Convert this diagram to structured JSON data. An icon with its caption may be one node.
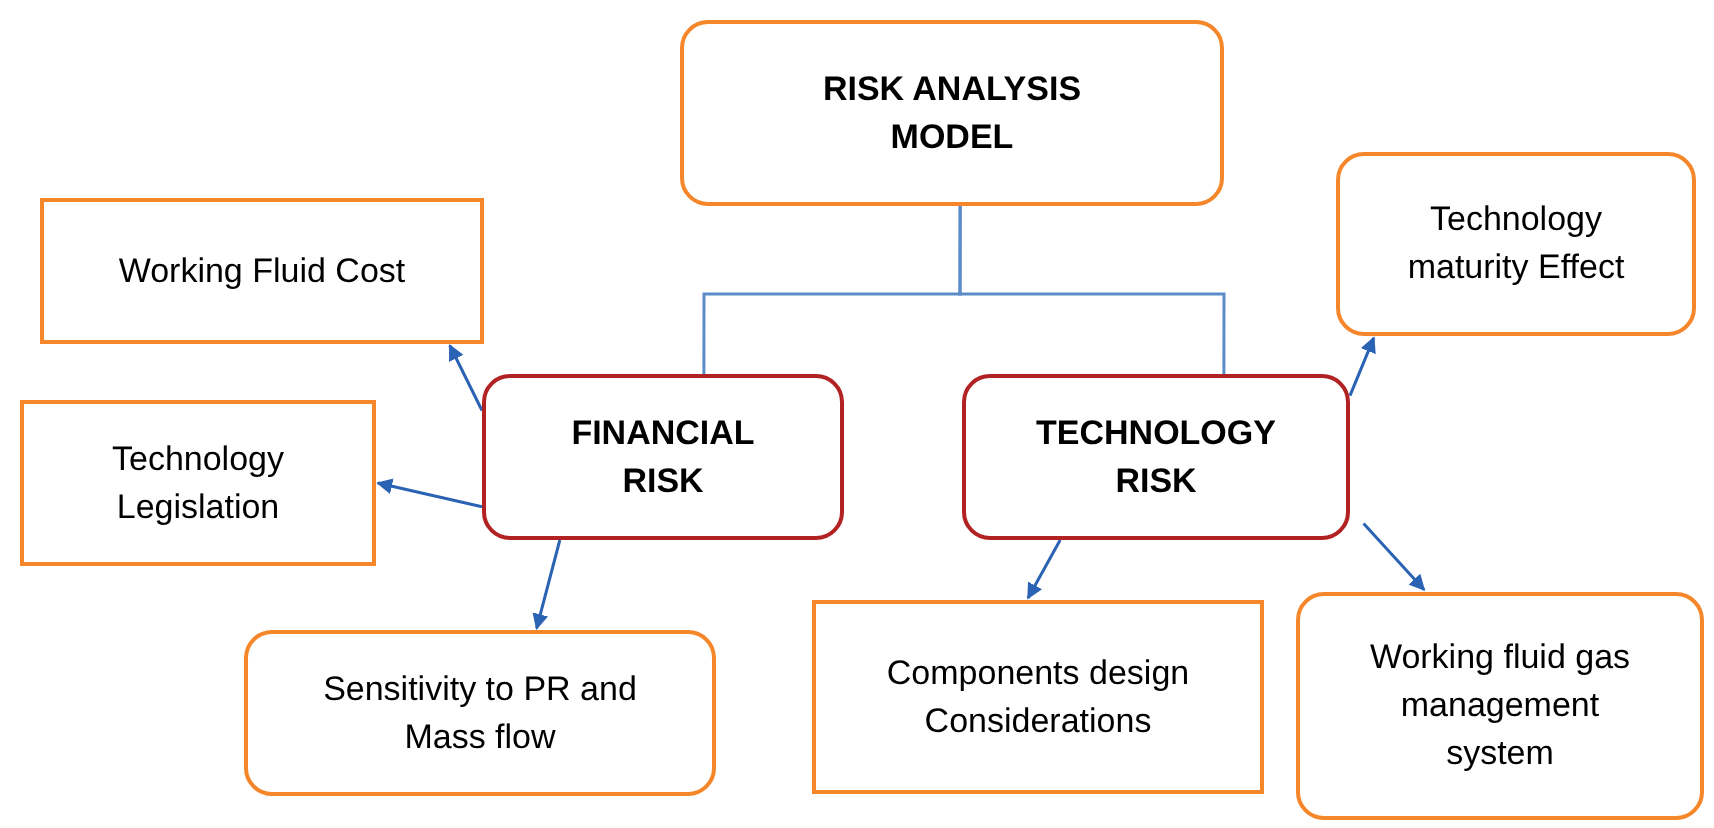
{
  "diagram": {
    "nodes": [
      {
        "text": [
          "RISK ANALYSIS MODEL"
        ]
      },
      {
        "text": [
          "FINANCIAL RISK"
        ]
      },
      {
        "text": [
          "TECHNOLOGY RISK"
        ]
      },
      {
        "text": [
          "Working Fluid Cost"
        ]
      },
      {
        "text": [
          "Technology Legislation"
        ]
      },
      {
        "text": [
          "Sensitivity to PR and Mass flow"
        ]
      },
      {
        "text": [
          "Technology maturity Effect"
        ]
      },
      {
        "text": [
          "Components design Considerations"
        ]
      },
      {
        "text": [
          "Working fluid gas management system"
        ]
      }
    ],
    "edges": [
      {
        "from": 0,
        "to": 1,
        "arrow": "none",
        "color": "#5b8bc9"
      },
      {
        "from": 0,
        "to": 2,
        "arrow": "none",
        "color": "#5b8bc9"
      },
      {
        "from": 1,
        "to": 3,
        "arrow": "to"
      },
      {
        "from": 1,
        "to": 4,
        "arrow": "to"
      },
      {
        "from": 1,
        "to": 5,
        "arrow": "to"
      },
      {
        "from": 2,
        "to": 6,
        "arrow": "to"
      },
      {
        "from": 2,
        "to": 7,
        "arrow": "to"
      },
      {
        "from": 2,
        "to": 8,
        "arrow": "to"
      }
    ]
  }
}
